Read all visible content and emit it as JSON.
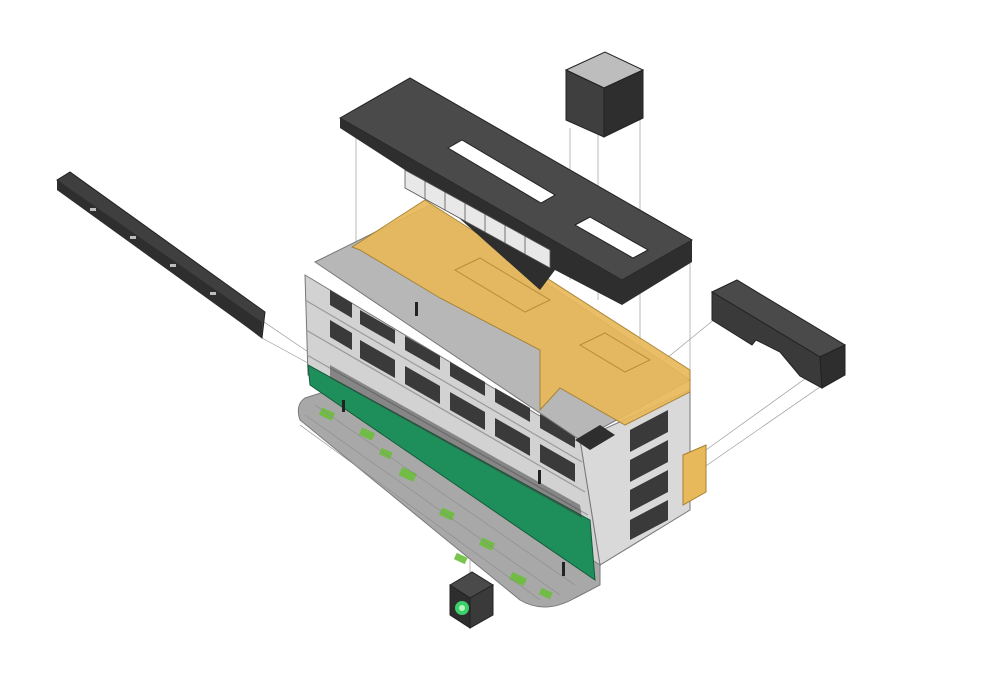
{
  "diagram": {
    "kind": "exploded-axonometric-building",
    "palette": {
      "background": "#ffffff",
      "dark_panel": "#3f3f3f",
      "dark_panel_top": "#4a4a4a",
      "dark_panel_side": "#2e2e2e",
      "roof_insert": "#e8b95a",
      "roof_gray": "#b7b7b7",
      "facade": "#d9d9d9",
      "facade_shadow": "#bdbdbd",
      "window": "#3a3a3a",
      "ground_glass": "#1e8f5a",
      "paving": "#a8a8a8",
      "paving_green": "#6cbf3a",
      "leader_line": "#9a9a9a"
    },
    "components": [
      {
        "id": "roof-slab",
        "label": ""
      },
      {
        "id": "roof-tower-box",
        "label": ""
      },
      {
        "id": "canopy-beam",
        "label": ""
      },
      {
        "id": "side-annex",
        "label": ""
      },
      {
        "id": "roof-insert",
        "label": ""
      },
      {
        "id": "main-block",
        "label": ""
      },
      {
        "id": "ground-plaza",
        "label": ""
      },
      {
        "id": "entry-kiosk",
        "label": ""
      }
    ]
  }
}
